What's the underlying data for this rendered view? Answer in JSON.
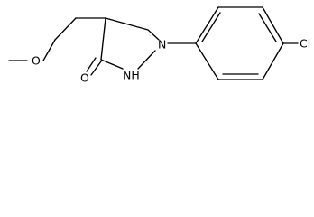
{
  "molecule": {
    "atoms": {
      "chlorine": "Cl",
      "n1": "N",
      "nh": "NH",
      "carbonyl_oxygen": "O",
      "ether_oxygen": "O"
    }
  }
}
